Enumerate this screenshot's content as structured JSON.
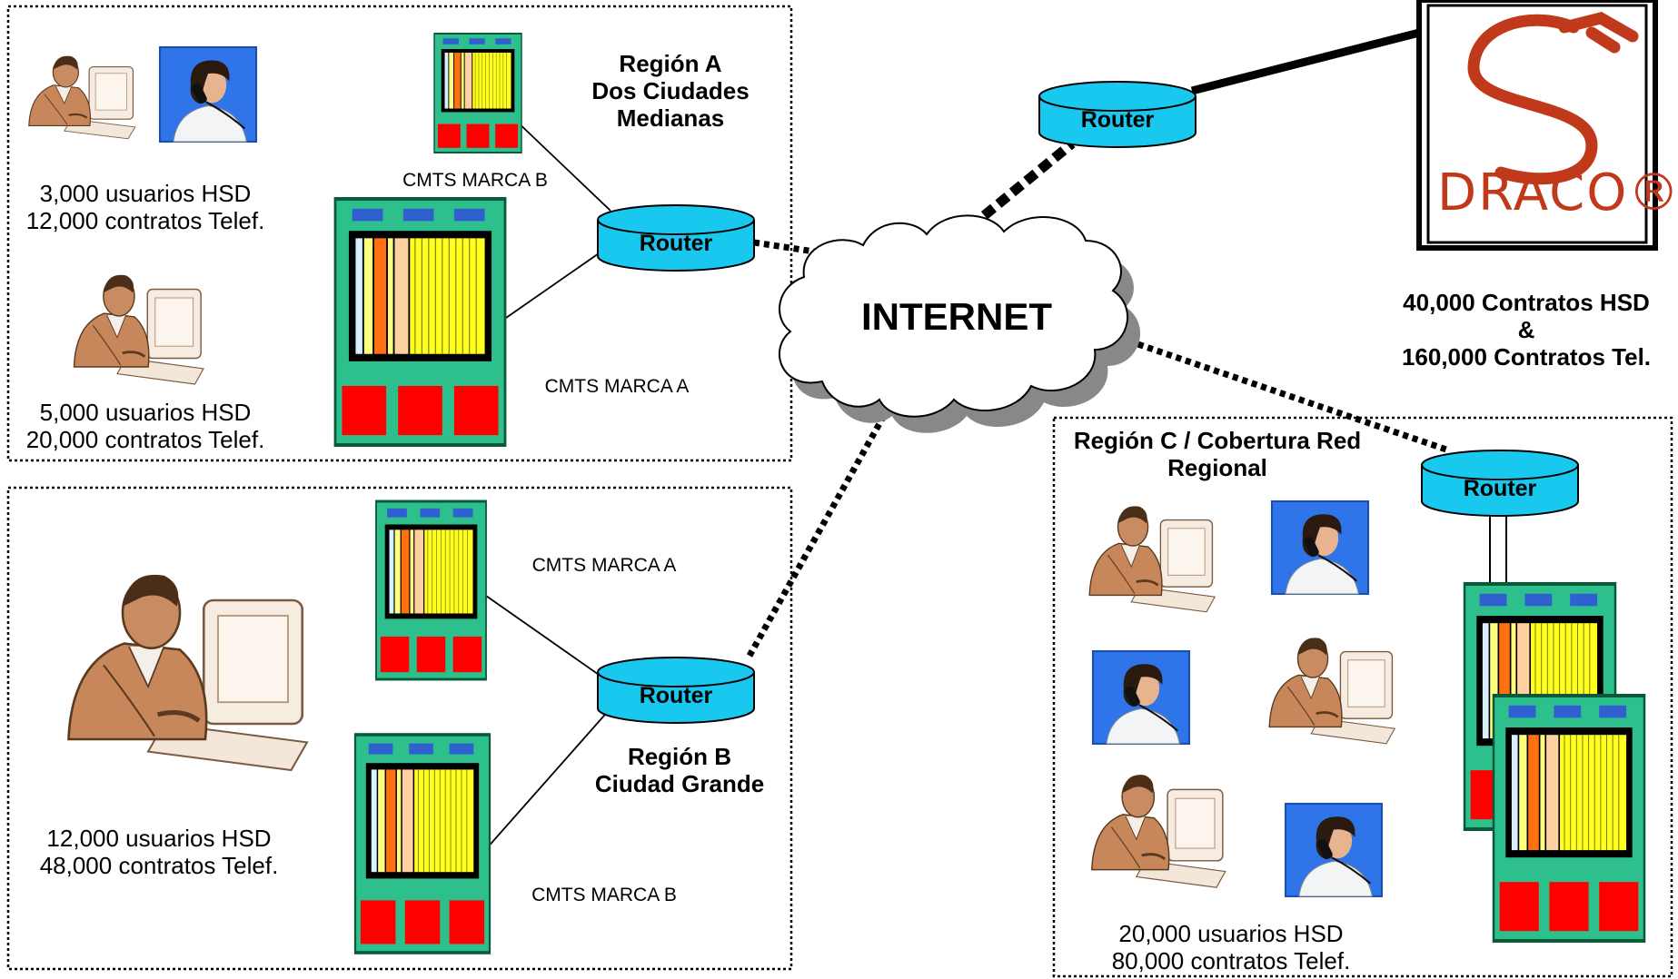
{
  "internet": {
    "label": "INTERNET"
  },
  "routers": {
    "label": "Router"
  },
  "region_a": {
    "title": "Región A",
    "line2": "Dos Ciudades",
    "line3": "Medianas",
    "users_top": {
      "line1": "3,000 usuarios HSD",
      "line2": "12,000 contratos Telef."
    },
    "users_bottom": {
      "line1": "5,000 usuarios HSD",
      "line2": "20,000 contratos Telef."
    },
    "cmts_b_label": "CMTS MARCA B",
    "cmts_a_label": "CMTS MARCA A"
  },
  "region_b": {
    "title": "Región B",
    "line2": "Ciudad Grande",
    "users": {
      "line1": "12,000 usuarios HSD",
      "line2": "48,000 contratos Telef."
    },
    "cmts_a_label": "CMTS MARCA A",
    "cmts_b_label": "CMTS MARCA B"
  },
  "region_c": {
    "title": "Región C / Cobertura Red",
    "line2": "Regional",
    "users": {
      "line1": "20,000 usuarios HSD",
      "line2": "80,000 contratos Telef."
    }
  },
  "draco": {
    "logo_text": "DRACO®",
    "summary_line1": "40,000 Contratos HSD",
    "summary_line2": "&",
    "summary_line3": "160,000 Contratos Tel."
  },
  "colors": {
    "router": "#18c8ee",
    "cmts_body": "#2ec08c",
    "cmts_port": "#ff0000",
    "logo": "#c0391b"
  }
}
